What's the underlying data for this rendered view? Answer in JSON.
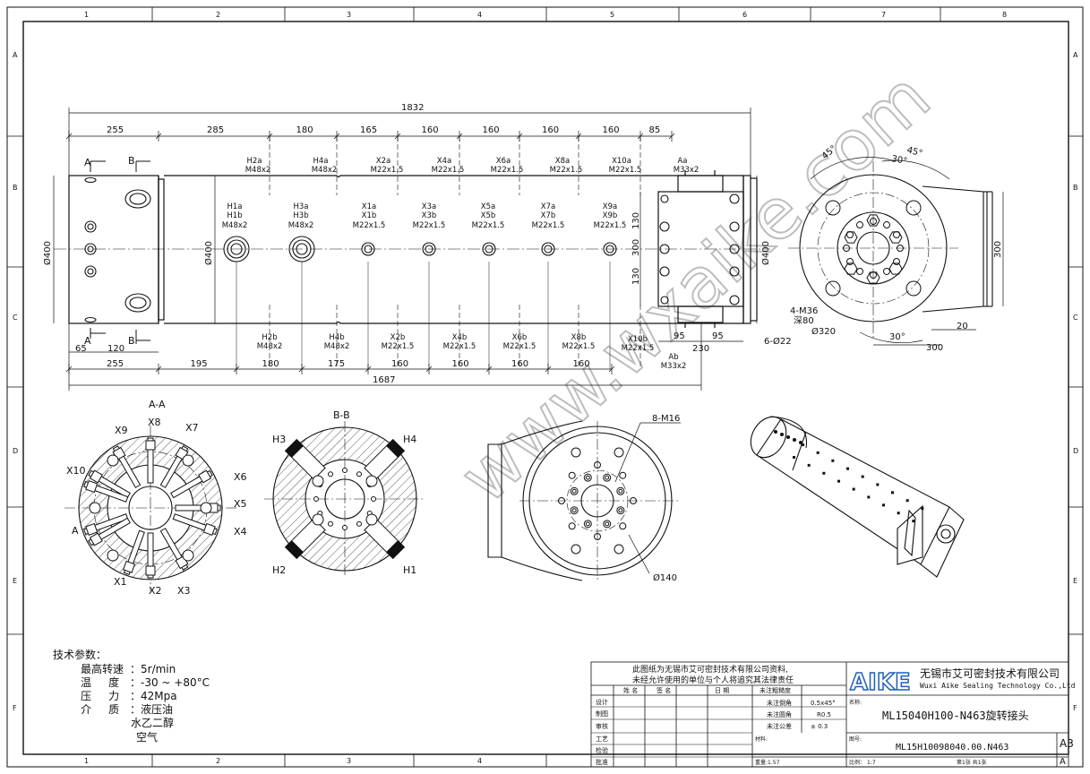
{
  "frame": {
    "col_labels": [
      "1",
      "2",
      "3",
      "4",
      "5",
      "6",
      "7",
      "8"
    ],
    "row_labels": [
      "A",
      "B",
      "C",
      "D",
      "E",
      "F"
    ],
    "bottom_col_labels": [
      "1",
      "2",
      "3",
      "4"
    ]
  },
  "watermark": "www.wxaike.com",
  "top_dims": {
    "overall": "1832",
    "segments": [
      "255",
      "285",
      "180",
      "165",
      "160",
      "160",
      "160",
      "160",
      "85"
    ],
    "bottom_overall": "1687",
    "bottom_segments": [
      "255",
      "195",
      "180",
      "175",
      "160",
      "160",
      "160",
      "160"
    ],
    "small": [
      "65",
      "120"
    ],
    "right": [
      "95",
      "95",
      "230"
    ],
    "diam_left": "Ø400",
    "diam_mid": "Ø400",
    "diam_right": "Ø400",
    "vert": [
      "130",
      "300",
      "130"
    ]
  },
  "section_marks": {
    "a": "A",
    "b": "B"
  },
  "top_port_labels": [
    {
      "id": "H2a",
      "spec": "M48x2"
    },
    {
      "id": "H4a",
      "spec": "M48x2"
    },
    {
      "id": "X2a",
      "spec": "M22x1.5"
    },
    {
      "id": "X4a",
      "spec": "M22x1.5"
    },
    {
      "id": "X6a",
      "spec": "M22x1.5"
    },
    {
      "id": "X8a",
      "spec": "M22x1.5"
    },
    {
      "id": "X10a",
      "spec": "M22x1.5"
    },
    {
      "id": "Aa",
      "spec": "M33x2"
    }
  ],
  "mid_port_labels": [
    {
      "l1": "H1a",
      "l2": "H1b",
      "spec": "M48x2"
    },
    {
      "l1": "H3a",
      "l2": "H3b",
      "spec": "M48x2"
    },
    {
      "l1": "X1a",
      "l2": "X1b",
      "spec": "M22x1.5"
    },
    {
      "l1": "X3a",
      "l2": "X3b",
      "spec": "M22x1.5"
    },
    {
      "l1": "X5a",
      "l2": "X5b",
      "spec": "M22x1.5"
    },
    {
      "l1": "X7a",
      "l2": "X7b",
      "spec": "M22x1.5"
    },
    {
      "l1": "X9a",
      "l2": "X9b",
      "spec": "M22x1.5"
    }
  ],
  "bottom_port_labels": [
    {
      "id": "H2b",
      "spec": "M48x2"
    },
    {
      "id": "H4b",
      "spec": "M48x2"
    },
    {
      "id": "X2b",
      "spec": "M22x1.5"
    },
    {
      "id": "X4b",
      "spec": "M22x1.5"
    },
    {
      "id": "X6b",
      "spec": "M22x1.5"
    },
    {
      "id": "X8b",
      "spec": "M22x1.5"
    },
    {
      "id": "X10b",
      "spec": "M22x1.5"
    },
    {
      "id": "Ab",
      "spec": "M33x2"
    }
  ],
  "holes_note": "6-Ø22",
  "end_view": {
    "angle1": "45°",
    "angle2": "45°",
    "angle3": "30°",
    "angle4": "30°",
    "thread": "4-M36",
    "depth": "深80",
    "pcd": "Ø320",
    "w300": "300",
    "h300": "300",
    "d20": "20"
  },
  "section_aa": {
    "title": "A-A",
    "labels": [
      "X8",
      "X7",
      "X9",
      "X10",
      "X6",
      "X5",
      "X4",
      "X1",
      "X2",
      "X3",
      "A"
    ]
  },
  "section_bb": {
    "title": "B-B",
    "labels": [
      "H3",
      "H4",
      "H2",
      "H1"
    ]
  },
  "flange_view": {
    "thread": "8-M16",
    "diam": "Ø140"
  },
  "tech": {
    "title": "技术参数：",
    "rows": [
      {
        "k": "最高转速",
        "v": "：5r/min"
      },
      {
        "k": "温     度",
        "v": "：-30 ~ +80°C"
      },
      {
        "k": "压     力",
        "v": "：42Mpa"
      },
      {
        "k": "介     质",
        "v": "：液压油"
      }
    ],
    "extra": [
      "水乙二醇",
      "空气"
    ]
  },
  "title_block": {
    "notice1": "此图纸为无锡市艾可密封技术有限公司资料,",
    "notice2": "未经允许使用的单位与个人将追究其法律责任",
    "hdr": [
      "姓 名",
      "签 名",
      "日 期"
    ],
    "roles": [
      "设计",
      "制图",
      "审核",
      "",
      "工艺",
      "检验",
      "批准"
    ],
    "tol_labels": [
      "未注粗糙度",
      "未注倒角",
      "未注圆角",
      "未注公差"
    ],
    "tol_values": [
      "",
      "0.5x45°",
      "R0.5",
      "± 0.3"
    ],
    "material": "材料:",
    "weight": "重量:1.57",
    "logo": "AIKE",
    "company_cn": "无锡市艾可密封技术有限公司",
    "company_en": "Wuxi Aike Sealing Technology Co.,Ltd",
    "name_label": "名称:",
    "part_name": "ML15040H100-N463旋转接头",
    "drawing_no_label": "图号:",
    "drawing_no": "ML15H10098040.00.N463",
    "size": "A3",
    "scale_label": "比例：",
    "scale": "1:7",
    "sheet": "第1张  共1张",
    "rev": "A"
  }
}
